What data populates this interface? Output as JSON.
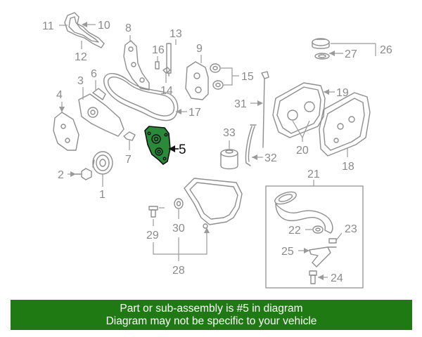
{
  "diagram": {
    "callouts": [
      "1",
      "2",
      "3",
      "4",
      "5",
      "6",
      "7",
      "8",
      "9",
      "10",
      "11",
      "12",
      "13",
      "14",
      "15",
      "16",
      "17",
      "18",
      "19",
      "20",
      "21",
      "22",
      "23",
      "24",
      "25",
      "26",
      "27",
      "28",
      "29",
      "30",
      "31",
      "32",
      "33"
    ],
    "highlighted_part": "5",
    "colors": {
      "highlight_fill": "#2a8a3a",
      "line": "#8e8e8e",
      "banner_bg": "#1f7a14",
      "banner_text": "#ffffff"
    }
  },
  "banner": {
    "line1": "Part or sub-assembly is #5 in diagram",
    "line2": "Diagram may not be specific to your vehicle"
  }
}
